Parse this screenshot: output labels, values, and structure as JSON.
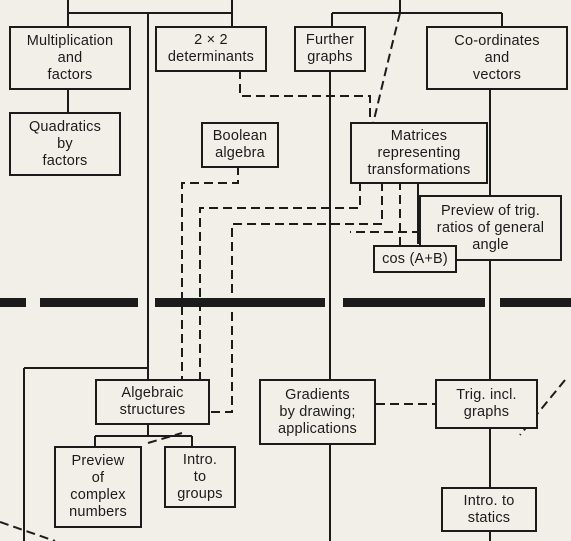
{
  "colors": {
    "ink": "#1b1b1b",
    "paper": "#f2efe9"
  },
  "boxes": {
    "multiplication_factors": "Multiplication\nand\nfactors",
    "determinants_2x2": "2 × 2\ndeterminants",
    "further_graphs": "Further\ngraphs",
    "coordinates_vectors": "Co-ordinates\nand\nvectors",
    "quadratics_by_factors": "Quadratics\nby\nfactors",
    "boolean_algebra": "Boolean\nalgebra",
    "matrices_transformations": "Matrices\nrepresenting\ntransformations",
    "preview_trig_ratios": "Preview of trig.\nratios of general\nangle",
    "cos_a_plus_b": "cos (A+B)",
    "algebraic_structures": "Algebraic\nstructures",
    "gradients_by_drawing": "Gradients\nby drawing;\napplications",
    "trig_incl_graphs": "Trig. incl.\ngraphs",
    "preview_complex_numbers": "Preview\nof\ncomplex\nnumbers",
    "intro_to_groups": "Intro.\nto\ngroups",
    "intro_to_statics": "Intro. to\nstatics"
  }
}
